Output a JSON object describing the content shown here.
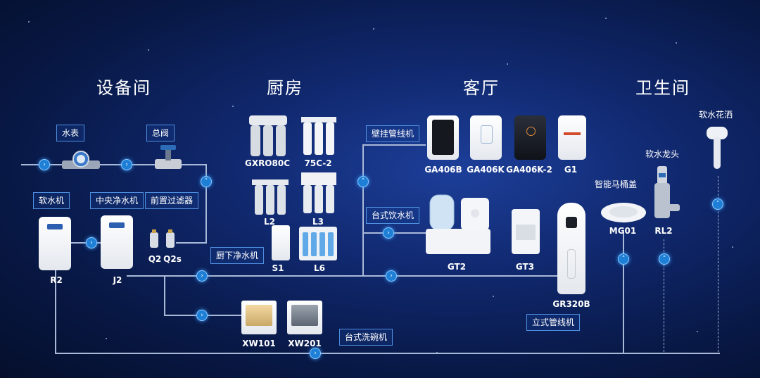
{
  "zones": {
    "equipment": "设备间",
    "kitchen": "厨房",
    "living": "客厅",
    "bathroom": "卫生间"
  },
  "tags": {
    "meter": "水表",
    "main_valve": "总阀",
    "softener": "软水机",
    "central_purifier": "中央净水机",
    "prefilter": "前置过滤器",
    "under_sink": "厨下净水机",
    "wall_pipeline": "壁挂管线机",
    "desktop_dispenser": "台式饮水机",
    "floor_pipeline": "立式管线机",
    "dishwasher": "台式洗碗机",
    "smart_toilet": "智能马桶盖",
    "soft_faucet": "软水龙头",
    "soft_shower": "软水花洒"
  },
  "products": {
    "r2": "R2",
    "j2": "J2",
    "q2": "Q2",
    "q2s": "Q2s",
    "gxro80c": "GXRO80C",
    "c75": "75C-2",
    "l2": "L2",
    "l3": "L3",
    "s1": "S1",
    "l6": "L6",
    "ga406b": "GA406B",
    "ga406k": "GA406K",
    "ga406k2": "GA406K-2",
    "g1": "G1",
    "gt2": "GT2",
    "gt3": "GT3",
    "gr320b": "GR320B",
    "xw101": "XW101",
    "xw201": "XW201",
    "mg01": "MG01",
    "rl2": "RL2"
  },
  "colors": {
    "background": "#0b1f5c",
    "accent": "#1e7fd6",
    "tag_border": "#4f8fe0",
    "pipe": "#a9b9d8"
  },
  "icons": {
    "flow_arrow": "chevron-right-icon",
    "flow_down": "chevron-down-icon",
    "flow_up": "chevron-up-icon",
    "flow_left": "chevron-left-icon"
  }
}
